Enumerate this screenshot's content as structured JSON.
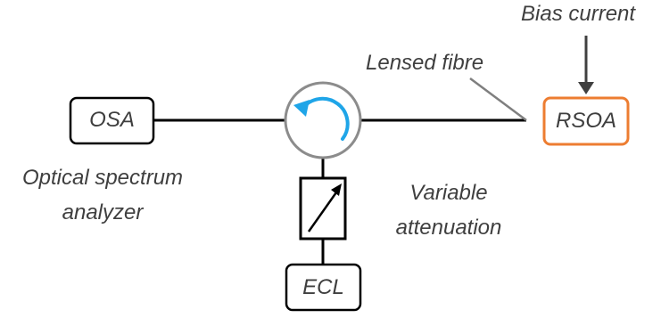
{
  "labels": {
    "bias_current": "Bias current",
    "lensed_fibre": "Lensed fibre",
    "osa_full_line1": "Optical spectrum",
    "osa_full_line2": "analyzer",
    "attenuation_line1": "Variable",
    "attenuation_line2": "attenuation"
  },
  "boxes": {
    "osa": "OSA",
    "rsoa": "RSOA",
    "ecl": "ECL"
  },
  "icons": {
    "circulator": "circulator-icon",
    "attenuator": "variable-attenuator-icon",
    "bias_arrow": "down-arrow-icon"
  },
  "colors": {
    "line": "#000000",
    "text": "#3f3f3f",
    "rsoa_border": "#ed7d31",
    "circulator_ring": "#8c8c8c",
    "circulator_arrow": "#1fa5e8",
    "bias_arrow": "#404040"
  }
}
